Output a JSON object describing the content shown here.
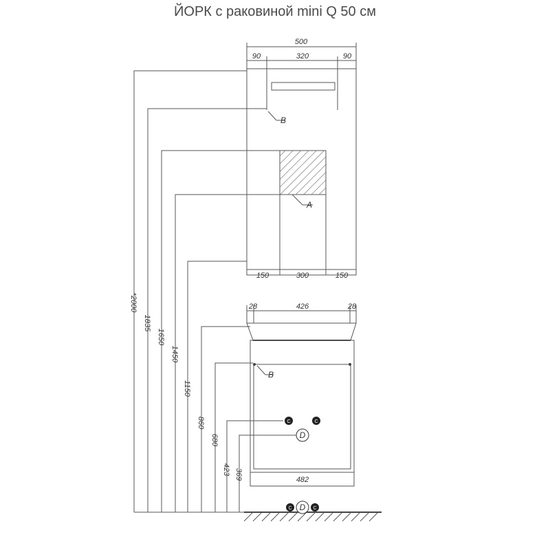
{
  "title": "ЙОРК с раковиной mini Q 50 см",
  "mirror": {
    "width_total": "500",
    "top_left": "90",
    "top_mid": "320",
    "top_right": "90",
    "bot_left": "150",
    "bot_mid": "300",
    "bot_right": "150",
    "label_b": "B",
    "label_a": "A"
  },
  "cabinet": {
    "top_left": "28",
    "top_mid": "426",
    "top_right": "28",
    "bottom": "482",
    "label_b": "B",
    "label_d": "D",
    "label_c": "C"
  },
  "heights": [
    "*2000",
    "1835",
    "1650",
    "1450",
    "1150",
    "860",
    "680",
    "423",
    "369"
  ]
}
